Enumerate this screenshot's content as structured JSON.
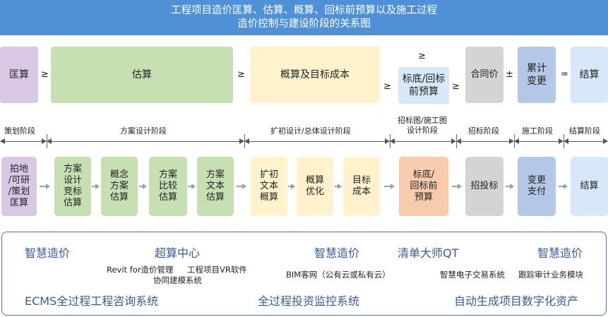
{
  "header": {
    "line1": "工程项目造价匡算、估算、概算、回标前预算以及施工过程",
    "line2": "造价控制与建设阶段的关系图"
  },
  "top_row": {
    "kuangsuan": "匡算",
    "op1": "≥",
    "gusuan": "估算",
    "op2": "≥",
    "gaisuan": "概算及目标成本",
    "op3": "≥",
    "op_top": "≥",
    "biaodi_line1": "标底/回标",
    "biaodi_line2": "前预算",
    "op4": "≥",
    "hetongjia": "合同价",
    "op5": "±",
    "leiji_line1": "累计",
    "leiji_line2": "变更",
    "op6": "=",
    "jiesuan": "结算"
  },
  "phases": {
    "p1": "策划阶段",
    "p2": "方案设计阶段",
    "p3": "扩初设计/总体设计阶段",
    "p4_line1": "招标图/施工图",
    "p4_line2": "设计阶段",
    "p5": "招标阶段",
    "p6": "施工阶段",
    "p7": "结算阶段"
  },
  "bottom_row": {
    "b1": [
      "拍地",
      "/可研",
      "/策划",
      "匡算"
    ],
    "b2": [
      "方案",
      "设计",
      "竞标",
      "估算"
    ],
    "b3": [
      "概念",
      "方案",
      "估算"
    ],
    "b4": [
      "方案",
      "比较",
      "估算"
    ],
    "b5": [
      "方案",
      "文本",
      "估算"
    ],
    "b6": [
      "扩初",
      "文本",
      "概算"
    ],
    "b7": [
      "概算",
      "优化"
    ],
    "b8": [
      "目标",
      "成本"
    ],
    "b9": [
      "标底/",
      "回标前",
      "预算"
    ],
    "b10": "招投标",
    "b11": [
      "变更",
      "支付"
    ],
    "b12": "结算"
  },
  "panel": {
    "zhihui1": "智慧造价",
    "chaosuan": "超算中心",
    "zhihui2": "智慧造价",
    "qingdan": "清单大师QT",
    "zhihui3": "智慧造价",
    "revit": "Revit for造价管理",
    "vr": "工程项目VR软件",
    "xietong": "协同建模系统",
    "bim": "BIM客网（公有云或私有云）",
    "jiaoyi": "智慧电子交易系统",
    "genzong": "跟踪审计业务模块",
    "ecms": "ECMS全过程工程咨询系统",
    "touzi": "全过程投资监控系统",
    "zichan": "自动生成项目数字化资产"
  },
  "colors": {
    "header": "#4f90d6",
    "green": "#c6e0b4",
    "yellow": "#fff2cc",
    "purple": "#d9c8e4",
    "light_blue": "#d7e8f9",
    "gray": "#d4d4d4",
    "slate_blue": "#b4c7e7",
    "salmon": "#f8cbad",
    "panel_text": "#3a5a96"
  }
}
